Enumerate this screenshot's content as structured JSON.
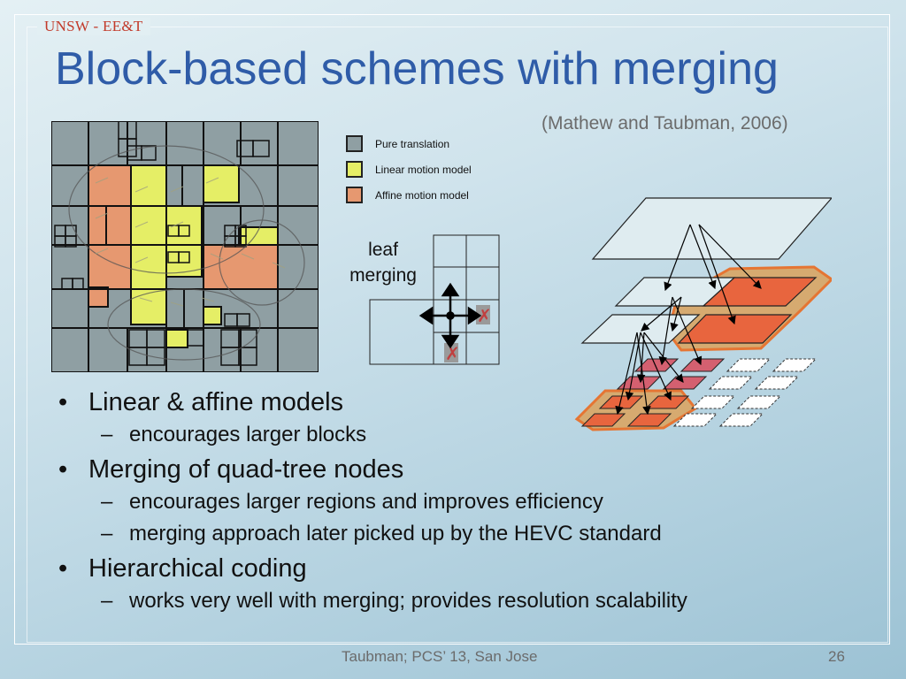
{
  "header": {
    "brand": "UNSW - EE&T"
  },
  "slide": {
    "title": "Block-based schemes with merging",
    "citation": "(Mathew and Taubman, 2006)"
  },
  "legend": [
    {
      "label": "Pure translation",
      "color": "#8f9fa3"
    },
    {
      "label": "Linear motion model",
      "color": "#e5ee66"
    },
    {
      "label": "Affine motion model",
      "color": "#e69870"
    }
  ],
  "leaf_label": [
    "leaf",
    "merging"
  ],
  "bullets": [
    {
      "text": "Linear & affine models",
      "subs": [
        "encourages larger blocks"
      ]
    },
    {
      "text": "Merging of quad-tree nodes",
      "subs": [
        "encourages larger regions and improves efficiency",
        "merging approach later picked up by the HEVC standard"
      ]
    },
    {
      "text": "Hierarchical coding",
      "subs": [
        "works very well with merging; provides resolution scalability"
      ]
    }
  ],
  "footer": {
    "text": "Taubman; PCS’ 13, San Jose",
    "page": "26"
  },
  "colors": {
    "title": "#2f5ca8",
    "brand": "#c23a2a",
    "orange": "#e8702a",
    "gray_block": "#8f9fa3"
  }
}
